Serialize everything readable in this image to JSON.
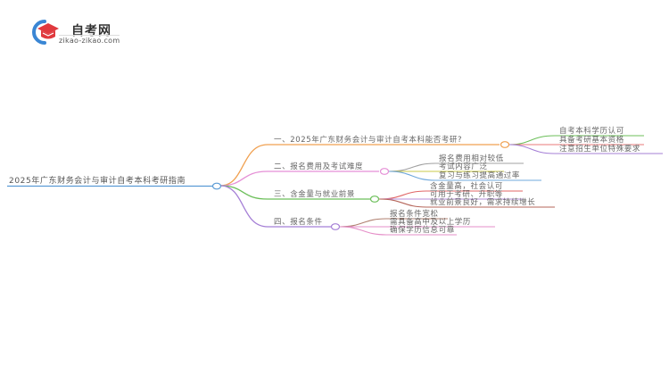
{
  "logo": {
    "title": "自考网",
    "subtitle": "zikao-zikao.com",
    "colors": {
      "ring": "#3a86d4",
      "cap": "#e0393e"
    }
  },
  "mindmap": {
    "root": {
      "label": "2025年广东财务会计与审计自考本科考研指南",
      "color": "#5b9bd5"
    },
    "branches": [
      {
        "label": "一、2025年广东财务会计与审计自考本科能否考研?",
        "color": "#f0a050",
        "children": [
          {
            "label": "自考本科学历认可",
            "color": "#6cbf5a"
          },
          {
            "label": "具备考研基本资格",
            "color": "#e87878"
          },
          {
            "label": "注意招生单位特殊要求",
            "color": "#a57fd6"
          }
        ]
      },
      {
        "label": "二、报名费用及考试难度",
        "color": "#e58fd6",
        "children": [
          {
            "label": "报名费用相对较低",
            "color": "#a0a0a0"
          },
          {
            "label": "考试内容广泛",
            "color": "#c9c94a"
          },
          {
            "label": "复习与练习提高通过率",
            "color": "#6fa8dc"
          }
        ]
      },
      {
        "label": "三、含金量与就业前景",
        "color": "#6cbf5a",
        "children": [
          {
            "label": "含金量高，社会认可",
            "color": "#e06666"
          },
          {
            "label": "可用于考研、升职等",
            "color": "#b48ed8"
          },
          {
            "label": "就业前景良好，需求持续增长",
            "color": "#b5655a"
          }
        ]
      },
      {
        "label": "四、报名条件",
        "color": "#a57fd6",
        "children": [
          {
            "label": "报名条件宽松",
            "color": "#b08070"
          },
          {
            "label": "需具备高中及以上学历",
            "color": "#e58fc8"
          },
          {
            "label": "确保学历信息可靠",
            "color": "#e58fc8"
          }
        ]
      }
    ]
  }
}
